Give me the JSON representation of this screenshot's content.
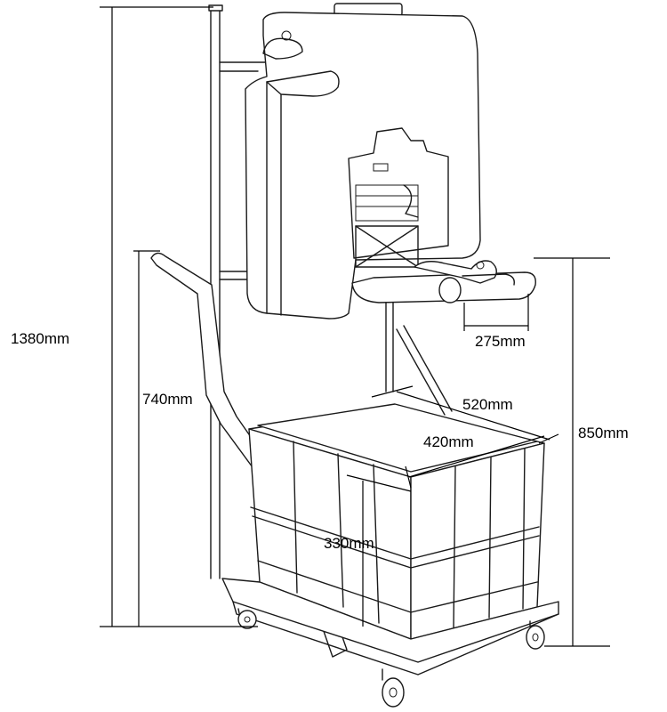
{
  "dimensions": {
    "total_height": "1380mm",
    "handle_height": "740mm",
    "shelf_height": "850mm",
    "basin_width": "520mm",
    "crate_depth": "420mm",
    "crate_height": "330mm",
    "shelf_depth": "275mm"
  }
}
